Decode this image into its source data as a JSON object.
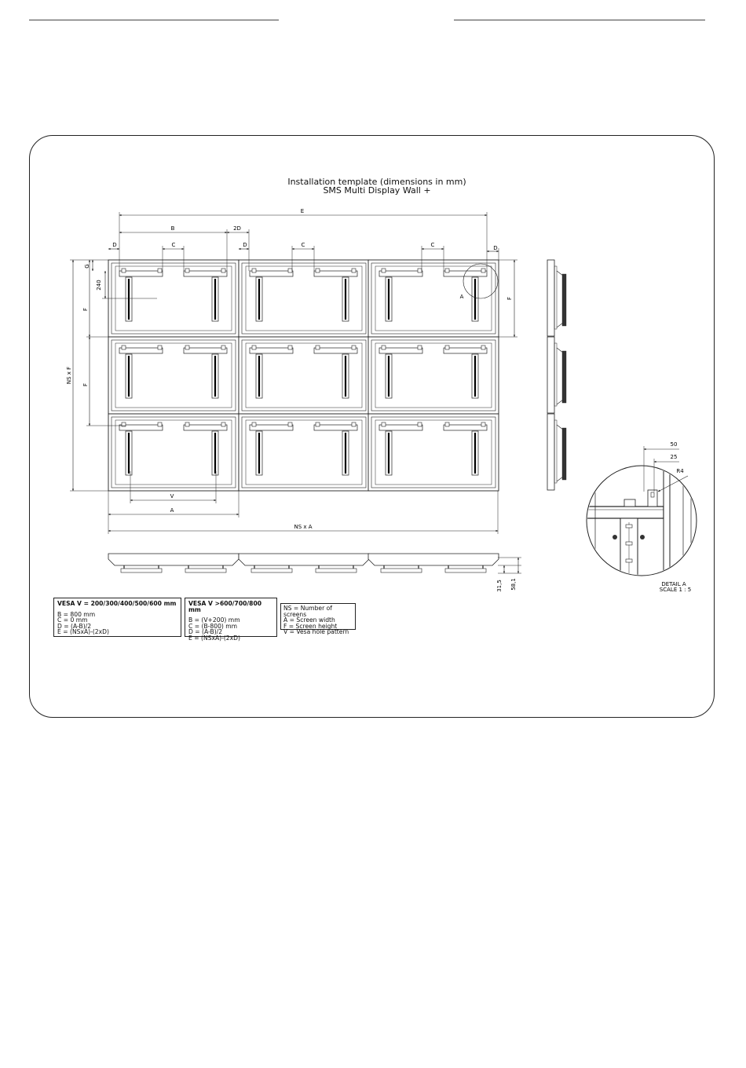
{
  "title": {
    "line1": "Installation template (dimensions in mm)",
    "line2": "SMS Multi Display Wall +"
  },
  "dimensions": {
    "E": "E",
    "B": "B",
    "twoD": "2D",
    "D": "D",
    "C": "C",
    "G": "G",
    "d240": "240",
    "F": "F",
    "NSxF": "NS x F",
    "V": "V",
    "A": "A",
    "NSxA": "NS x A",
    "d31_5": "31,5",
    "d58_1": "58,1",
    "d50": "50",
    "d25": "25",
    "R4": "R4",
    "detail_marker": "A"
  },
  "detail": {
    "label": "DETAIL A",
    "scale": "SCALE 1 : 5"
  },
  "legend_small_vesa": {
    "title": "VESA V = 200/300/400/500/600 mm",
    "lines": [
      "B = 800 mm",
      "C = 0 mm",
      "D = (A-B)/2",
      "E = (NSxA)-(2xD)"
    ]
  },
  "legend_large_vesa": {
    "title": "VESA V >600/700/800 mm",
    "lines": [
      "B = (V+200) mm",
      "C = (B-800) mm",
      "D = (A-B)/2",
      "E = (NSxA)-(2xD)"
    ]
  },
  "legend_symbols": {
    "lines": [
      "NS = Number of screens",
      "A = Screen width",
      "F = Screen height",
      "V = Vesa hole pattern"
    ]
  }
}
